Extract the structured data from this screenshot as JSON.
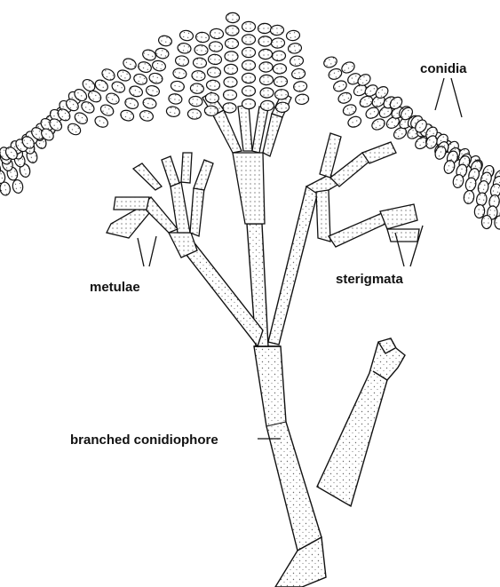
{
  "labels": {
    "conidia": "conidia",
    "metulae": "metulae",
    "sterigmata": "sterigmata",
    "conidiophore": "branched conidiophore"
  },
  "colors": {
    "ink": "#111111",
    "paper": "#ffffff",
    "stipple": "#6b6b6b"
  }
}
